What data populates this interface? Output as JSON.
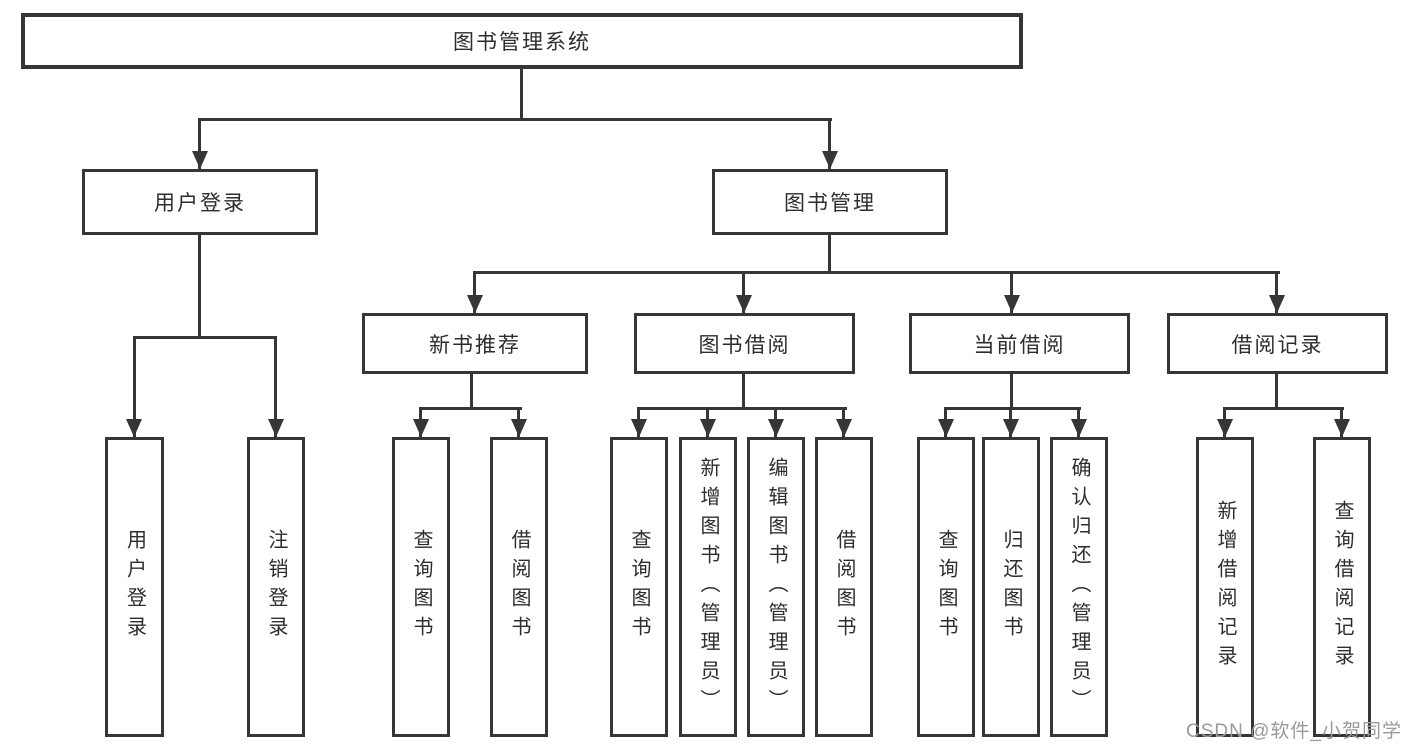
{
  "tree": {
    "label": "图书管理系统",
    "children": [
      {
        "label": "用户登录",
        "children": [
          {
            "label": "用户登录"
          },
          {
            "label": "注销登录"
          }
        ]
      },
      {
        "label": "图书管理",
        "children": [
          {
            "label": "新书推荐",
            "children": [
              {
                "label": "查询图书"
              },
              {
                "label": "借阅图书"
              }
            ]
          },
          {
            "label": "图书借阅",
            "children": [
              {
                "label": "查询图书"
              },
              {
                "label": "新增图书（管理员）"
              },
              {
                "label": "编辑图书（管理员）"
              },
              {
                "label": "借阅图书"
              }
            ]
          },
          {
            "label": "当前借阅",
            "children": [
              {
                "label": "查询图书"
              },
              {
                "label": "归还图书"
              },
              {
                "label": "确认归还（管理员）"
              }
            ]
          },
          {
            "label": "借阅记录",
            "children": [
              {
                "label": "新增借阅记录"
              },
              {
                "label": "查询借阅记录"
              }
            ]
          }
        ]
      }
    ]
  },
  "watermark": {
    "text": "CSDN @软件_小贺同学"
  },
  "colors": {
    "line": "#363636",
    "box_border": "#363636",
    "text": "#2d2d2d",
    "watermark": "#9a9a9a",
    "background": "#ffffff"
  }
}
